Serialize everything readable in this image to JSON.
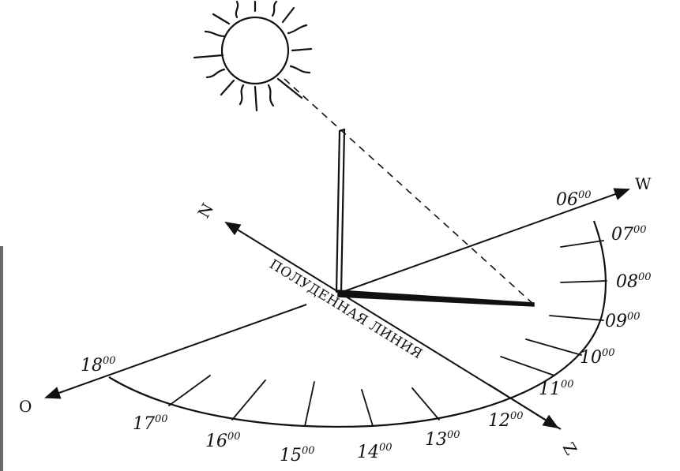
{
  "directions": {
    "north": "N",
    "west": "W",
    "east": "O",
    "south": "Z"
  },
  "noon_line_label": "ПОЛУДЕННАЯ ЛИНИЯ",
  "hours": [
    {
      "h": "06",
      "m": "00"
    },
    {
      "h": "07",
      "m": "00"
    },
    {
      "h": "08",
      "m": "00"
    },
    {
      "h": "09",
      "m": "00"
    },
    {
      "h": "10",
      "m": "00"
    },
    {
      "h": "11",
      "m": "00"
    },
    {
      "h": "12",
      "m": "00"
    },
    {
      "h": "13",
      "m": "00"
    },
    {
      "h": "14",
      "m": "00"
    },
    {
      "h": "15",
      "m": "00"
    },
    {
      "h": "16",
      "m": "00"
    },
    {
      "h": "17",
      "m": "00"
    },
    {
      "h": "18",
      "m": "00"
    }
  ],
  "colors": {
    "ink": "#111111",
    "paper": "#ffffff"
  },
  "icons": {
    "sun": "sun-icon",
    "stick": "gnomon-stick"
  }
}
